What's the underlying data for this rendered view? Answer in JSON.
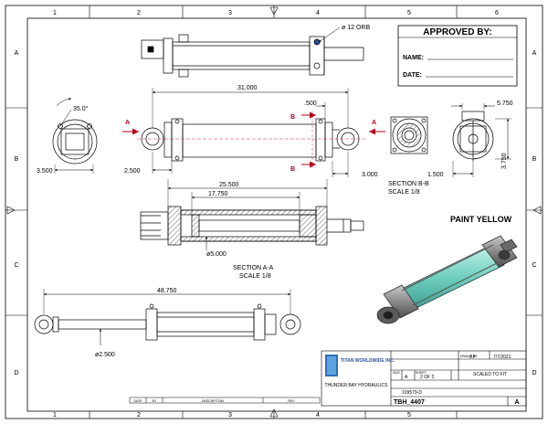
{
  "zones": {
    "columns": [
      "1",
      "2",
      "3",
      "4",
      "5",
      "6"
    ],
    "rows": [
      "A",
      "B",
      "C",
      "D"
    ]
  },
  "approval": {
    "title": "APPROVED BY:",
    "name_label": "NAME:",
    "date_label": "DATE:"
  },
  "note": "PAINT YELLOW",
  "callouts": {
    "orb": "ø 12 ORB",
    "section_a_letter": "A",
    "section_b_letter": "B"
  },
  "dimensions": {
    "overall": "31.000",
    "pin_offset": ".500",
    "width_5750": "5.750",
    "angle": "35.0°",
    "left_3500": "3.500",
    "left_2500": "2.500",
    "right_3000": "3.000",
    "stroke_25500": "25.500",
    "stroke_17750": "17.750",
    "bore": "ø5.000",
    "b_1500": "1.500",
    "b_3750": "3.750",
    "extended": "48.750",
    "rod": "ø2.500"
  },
  "sections": {
    "b_title": "SECTION B-B",
    "b_scale": "SCALE 1/8",
    "a_title": "SECTION  A-A",
    "a_scale": "SCALE 1/8"
  },
  "title_block": {
    "company": "TITAN WORLDWIDE INC.",
    "tagline": "THUNDER BAY HYDRAULICS",
    "drawn_by_label": "DRAWN BY",
    "drawn_by": "J.F",
    "date": "7/7/2021",
    "size_label": "SIZE",
    "size": "A",
    "sheet_label": "SHEET",
    "sheet": "2  OF  2",
    "scale": "SCALED TO FIT",
    "drawing_no": "109579-D",
    "part_no": "TBH_4407",
    "rev": "A",
    "revision_cols": [
      "DATE",
      "BY",
      "DESCRIPTION",
      "REV"
    ]
  },
  "colors": {
    "line": "#000000",
    "accent_red": "#b3001b",
    "glass": "#7fd6c8",
    "metal": "#8a8a8a"
  }
}
